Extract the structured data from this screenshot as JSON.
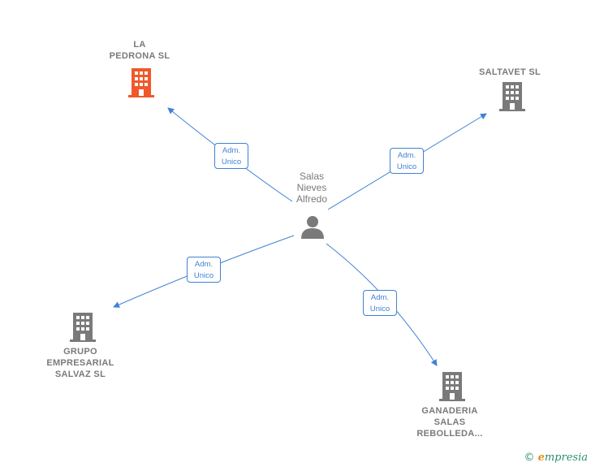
{
  "colors": {
    "edge": "#3f82d6",
    "company_gray": "#7a7a7a",
    "company_highlight": "#f0582a",
    "person": "#7a7a7a"
  },
  "center": {
    "line1": "Salas",
    "line2": "Nieves",
    "line3": "Alfredo",
    "icon": "person-icon"
  },
  "nodes": {
    "pedrona": {
      "line1": "LA",
      "line2": "PEDRONA  SL",
      "icon": "building-icon"
    },
    "saltavet": {
      "line1": "SALTAVET  SL",
      "icon": "building-icon"
    },
    "grupo": {
      "line1": "GRUPO",
      "line2": "EMPRESARIAL",
      "line3": "SALVAZ  SL",
      "icon": "building-icon"
    },
    "ganaderia": {
      "line1": "GANADERIA",
      "line2": "SALAS",
      "line3": "REBOLLEDA...",
      "icon": "building-icon"
    }
  },
  "edges": {
    "pedrona": {
      "line1": "Adm.",
      "line2": "Unico"
    },
    "saltavet": {
      "line1": "Adm.",
      "line2": "Unico"
    },
    "grupo": {
      "line1": "Adm.",
      "line2": "Unico"
    },
    "ganaderia": {
      "line1": "Adm.",
      "line2": "Unico"
    }
  },
  "footer": {
    "copyright": "©",
    "brand_initial": "e",
    "brand_rest": "mpresia"
  }
}
